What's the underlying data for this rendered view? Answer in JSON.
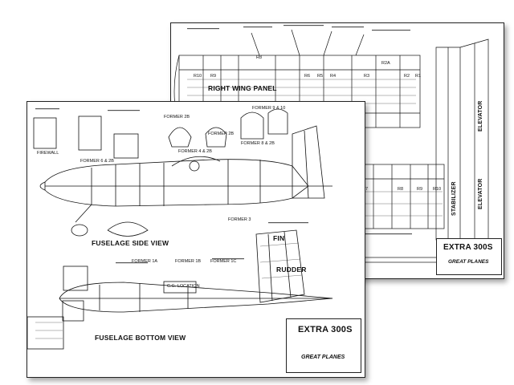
{
  "back_sheet": {
    "wing_title": "RIGHT WING PANEL",
    "title_block": "EXTRA 300S",
    "brand": "GREAT PLANES",
    "stabilizer": "STABILIZER",
    "elevator": "ELEVATOR",
    "elevator2": "ELEVATOR",
    "ribs": [
      "R10",
      "R9",
      "R8",
      "R6",
      "R5",
      "R4",
      "R3",
      "R2A",
      "R2",
      "R1"
    ],
    "lower_ribs": [
      "R7",
      "R8",
      "R9",
      "R10"
    ]
  },
  "front_sheet": {
    "fuse_side": "FUSELAGE SIDE VIEW",
    "fuse_bottom": "FUSELAGE BOTTOM VIEW",
    "fin": "FIN",
    "rudder": "RUDDER",
    "cg": "C.G. LOCATION",
    "firewall": "FIREWALL",
    "formers": [
      "FORMER 2B",
      "FORMER 2B",
      "FORMER 4 & 2B",
      "FORMER 6 & 2B",
      "FORMER 8 & 2B",
      "FORMER 9 & 10",
      "FORMER 1A",
      "FORMER 1B",
      "FORMER 1C",
      "FORMER 3"
    ],
    "title_block": "EXTRA 300S",
    "brand": "GREAT PLANES"
  },
  "colors": {
    "paper": "#ffffff",
    "ink": "#111111",
    "shadow": "rgba(0,0,0,0.35)"
  }
}
